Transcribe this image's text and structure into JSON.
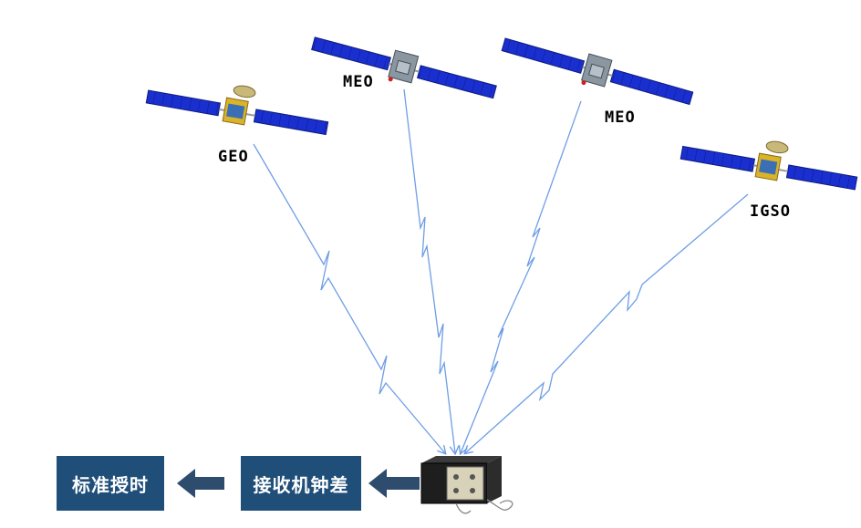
{
  "satellites": {
    "geo_label": "GEO",
    "meo1_label": "MEO",
    "meo2_label": "MEO",
    "igso_label": "IGSO"
  },
  "flow": {
    "receiver_clock_offset": "接收机钟差",
    "standard_timing": "标准授时"
  },
  "colors": {
    "signal_line": "#6f9ee5",
    "box_fill": "#1f4e79",
    "arrow_fill": "#2e4c6d",
    "panel_blue": "#1a2fd0"
  }
}
